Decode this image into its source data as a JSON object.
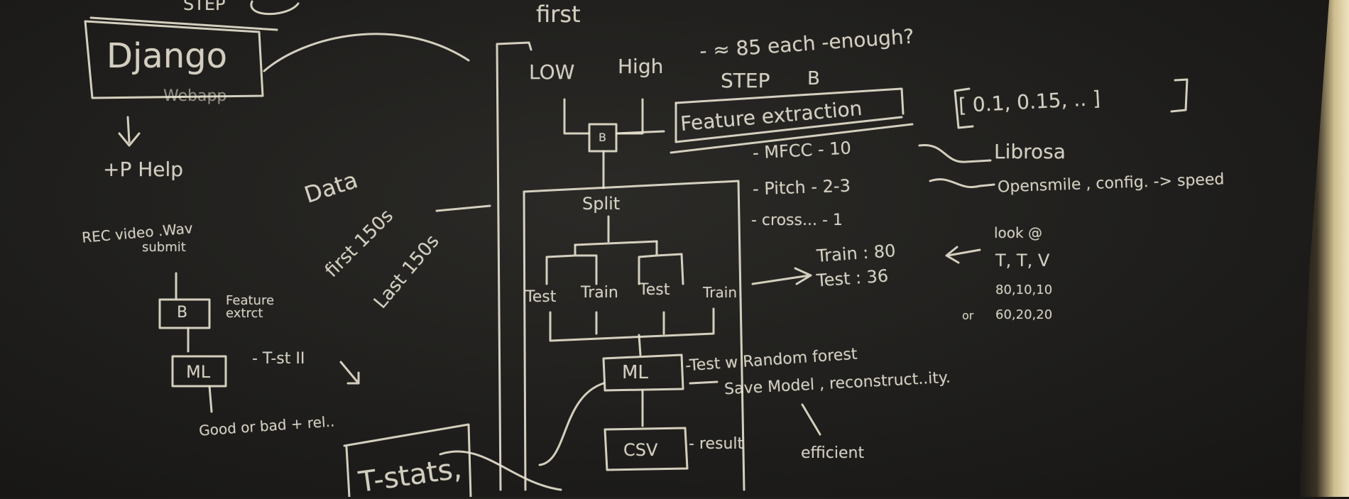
{
  "top_left": {
    "step_label": "STEP",
    "django": "Django",
    "webapp": "Webapp",
    "tp_help": "+P Help"
  },
  "left_flow": {
    "rec_line": "REC video .Wav",
    "submit": "submit",
    "box_badge": "B",
    "feature_extract": "Feature extrct",
    "ml": "ML",
    "t_test": "- T-st II",
    "good_or_bad": "Good or bad + rel.."
  },
  "data_notes": {
    "data": "Data",
    "first": "first 150s",
    "last": "Last 150s"
  },
  "top_notes": {
    "first": "first",
    "low": "LOW",
    "high": "High",
    "each": "- ≈ 85 each -enough?"
  },
  "step_b": {
    "label": "STEP",
    "badge": "B",
    "feature_extraction": "Feature extraction",
    "box_badge": "B"
  },
  "params": {
    "list": "[ 0.1, 0.15, .. ]",
    "mfcc": "- MFCC - 10",
    "pitch": "- Pitch - 2-3",
    "cross": "- cross... - 1"
  },
  "libs": {
    "librosa": "Librosa",
    "opensmile": "Opensmile , config. -> speed"
  },
  "split_box": {
    "split": "Split",
    "test1": "Test",
    "train1": "Train",
    "test2": "Test",
    "train2": "Train"
  },
  "train_test": {
    "train": "Train : 80",
    "test": "Test : 36"
  },
  "right_notes": {
    "look": "look @",
    "ttv": "T, T, V",
    "r1": "80,10,10",
    "or": "or",
    "r2": "60,20,20"
  },
  "ml_box": {
    "ml": "ML",
    "random_forest": "-Test w Random forest",
    "save_model": "Save Model , reconstruct..ity.",
    "efficient": "efficient"
  },
  "csv_box": {
    "csv": "CSV",
    "result": "- result"
  },
  "bottom_left": {
    "tstats": "T-stats,"
  }
}
